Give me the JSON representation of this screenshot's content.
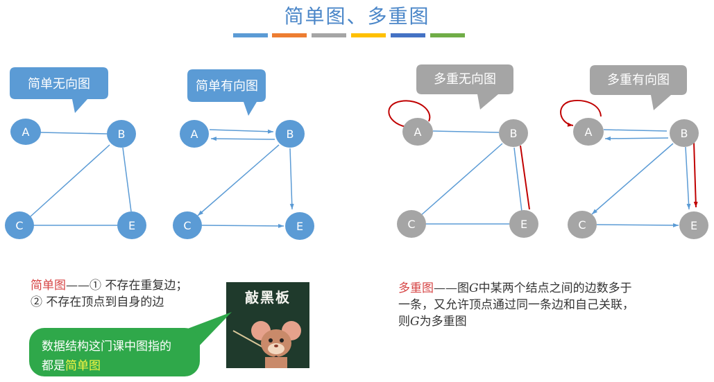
{
  "title": "简单图、多重图",
  "color_bar": [
    "#5b9bd5",
    "#ed7d31",
    "#a5a5a5",
    "#ffc000",
    "#4472c4",
    "#70ad47"
  ],
  "colors": {
    "node_blue": "#5b9bd5",
    "node_gray": "#a5a5a5",
    "edge_blue": "#5b9bd5",
    "edge_red": "#c00000",
    "callout_blue": "#5b9bd5",
    "callout_gray": "#a5a5a5",
    "term_red": "#d64545",
    "speech_green": "#2fa84a",
    "highlight_yellow": "#f5f542"
  },
  "diagrams": {
    "simple_undirected": {
      "callout": "简单无向图",
      "nodes": [
        "A",
        "B",
        "C",
        "E"
      ]
    },
    "simple_directed": {
      "callout": "简单有向图",
      "nodes": [
        "A",
        "B",
        "C",
        "E"
      ]
    },
    "multi_undirected": {
      "callout": "多重无向图",
      "nodes": [
        "A",
        "B",
        "C",
        "E"
      ]
    },
    "multi_directed": {
      "callout": "多重有向图",
      "nodes": [
        "A",
        "B",
        "C",
        "E"
      ]
    }
  },
  "simple_caption": {
    "term": "简单图",
    "line1": "——① 不存在重复边；",
    "line2": "② 不存在顶点到自身的边"
  },
  "multi_caption": {
    "term": "多重图",
    "line1_a": "——图",
    "g1": "G",
    "line1_b": "中某两个结点之间的边数多于",
    "line2": "一条，又允许顶点通过同一条边和自己关联，",
    "line3_a": "则",
    "g2": "G",
    "line3_b": "为多重图"
  },
  "meme": {
    "board_text": "敲黑板"
  },
  "speech": {
    "line1": "数据结构这门课中图指的",
    "line2_a": "都是",
    "line2_b": "简单图"
  }
}
